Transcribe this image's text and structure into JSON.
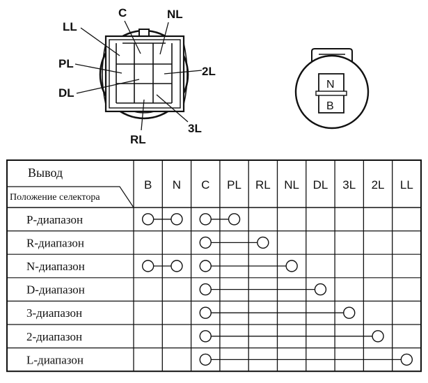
{
  "connector_left": {
    "labels": {
      "c": "C",
      "nl": "NL",
      "ll": "LL",
      "pl": "PL",
      "dl": "DL",
      "l2": "2L",
      "l3": "3L",
      "rl": "RL"
    }
  },
  "connector_right": {
    "labels": {
      "top": "N",
      "bottom": "B"
    }
  },
  "table": {
    "header_top": "Вывод",
    "header_bottom": "Положение селектора",
    "columns": [
      "B",
      "N",
      "C",
      "PL",
      "RL",
      "NL",
      "DL",
      "3L",
      "2L",
      "LL"
    ],
    "rows": [
      {
        "label": "P-диапазон",
        "links": [
          [
            "B",
            "N"
          ],
          [
            "C",
            "PL"
          ]
        ]
      },
      {
        "label": "R-диапазон",
        "links": [
          [
            "C",
            "RL"
          ]
        ]
      },
      {
        "label": "N-диапазон",
        "links": [
          [
            "B",
            "N"
          ],
          [
            "C",
            "NL"
          ]
        ]
      },
      {
        "label": "D-диапазон",
        "links": [
          [
            "C",
            "DL"
          ]
        ]
      },
      {
        "label": "3-диапазон",
        "links": [
          [
            "C",
            "3L"
          ]
        ]
      },
      {
        "label": "2-диапазон",
        "links": [
          [
            "C",
            "2L"
          ]
        ]
      },
      {
        "label": "L-диапазон",
        "links": [
          [
            "C",
            "LL"
          ]
        ]
      }
    ]
  }
}
